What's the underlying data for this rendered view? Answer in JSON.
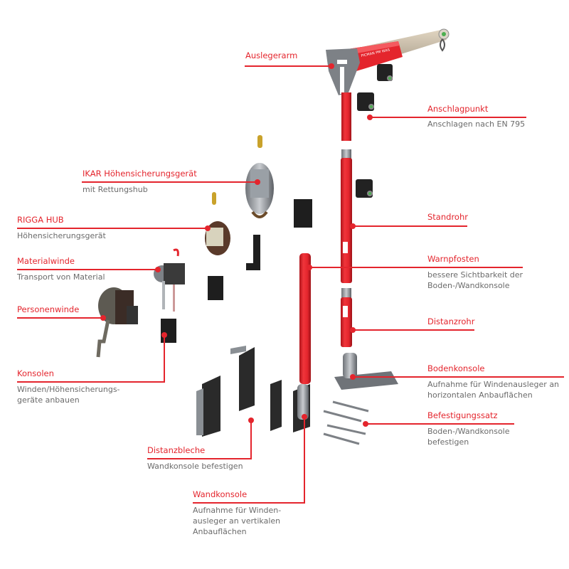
{
  "accent_color": "#e4252d",
  "subtext_color": "#6b6b6b",
  "components": [
    {
      "id": "auslegerarm",
      "title": "Auslegerarm",
      "description": []
    },
    {
      "id": "anschlagpunkt",
      "title": "Anschlagpunkt",
      "description": [
        "Anschlagen nach EN 795"
      ]
    },
    {
      "id": "ikar",
      "title": "IKAR Höhensicherungsgerät",
      "description": [
        "mit Rettungshub"
      ]
    },
    {
      "id": "rigga",
      "title": "RIGGA HUB",
      "description": [
        "Höhensicherungsgerät"
      ]
    },
    {
      "id": "materialwinde",
      "title": "Materialwinde",
      "description": [
        "Transport von Material"
      ]
    },
    {
      "id": "personenwinde",
      "title": "Personenwinde",
      "description": []
    },
    {
      "id": "konsolen",
      "title": "Konsolen",
      "description": [
        "Winden/Höhensicherungs-",
        "geräte anbauen"
      ]
    },
    {
      "id": "standrohr",
      "title": "Standrohr",
      "description": []
    },
    {
      "id": "warnpfosten",
      "title": "Warnpfosten",
      "description": [
        "bessere Sichtbarkeit der",
        "Boden-/Wandkonsole"
      ]
    },
    {
      "id": "distanzrohr",
      "title": "Distanzrohr",
      "description": []
    },
    {
      "id": "bodenkonsole",
      "title": "Bodenkonsole",
      "description": [
        "Aufnahme für Windenausleger an",
        "horizontalen Anbauflächen"
      ]
    },
    {
      "id": "befestigungssatz",
      "title": "Befestigungssatz",
      "description": [
        "Boden-/Wandkonsole",
        "befestigen"
      ]
    },
    {
      "id": "distanzbleche",
      "title": "Distanzbleche",
      "description": [
        "Wandkonsole befestigen"
      ]
    },
    {
      "id": "wandkonsole",
      "title": "Wandkonsole",
      "description": [
        "Aufnahme für Winden-",
        "ausleger an vertikalen",
        "Anbauflächen"
      ]
    }
  ],
  "arm_marking": "PICMAN PM WAS"
}
